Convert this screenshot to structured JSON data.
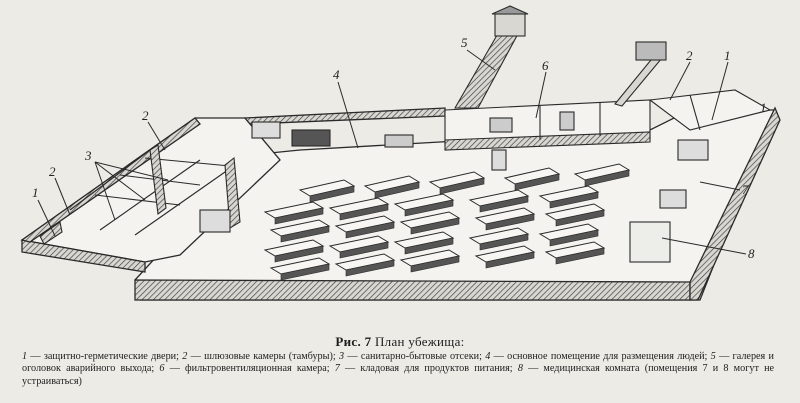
{
  "figure": {
    "number": "Рис. 7",
    "title": "План убежища:"
  },
  "callouts": [
    "1",
    "2",
    "3",
    "4",
    "5",
    "6",
    "2",
    "1",
    "7",
    "8",
    "2",
    "1"
  ],
  "legend": [
    {
      "num": "1",
      "text": "— защитно-герметические двери;"
    },
    {
      "num": "2",
      "text": "— шлюзовые камеры (тамбуры);"
    },
    {
      "num": "3",
      "text": "— санитарно-бытовые отсеки;"
    },
    {
      "num": "4",
      "text": "— основное помещение для размещения людей;"
    },
    {
      "num": "5",
      "text": "— галерея и оголовок аварийного выхода;"
    },
    {
      "num": "6",
      "text": "— фильтровентиляционная камера;"
    },
    {
      "num": "7",
      "text": "— кладовая для продуктов питания;"
    },
    {
      "num": "8",
      "text": "— медицинская комната (помещения 7 и 8 могут не устраиваться)"
    }
  ],
  "colors": {
    "ink": "#2a2a2a",
    "paper": "#ecebe6",
    "hatch": "#555555",
    "floor": "#f4f3ef"
  }
}
